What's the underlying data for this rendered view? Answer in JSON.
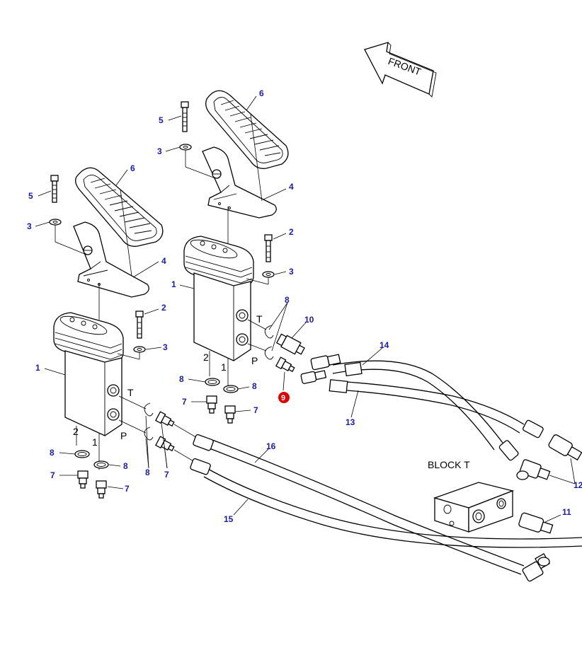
{
  "diagram": {
    "front_label": "FRONT",
    "block_label": "BLOCK T",
    "port_labels": {
      "t": "T",
      "p": "P",
      "one": "1",
      "two": "2"
    },
    "highlight": {
      "number": "9",
      "color": "#e00000"
    },
    "callout_color": "#1a1aa8",
    "callouts": {
      "n1": "1",
      "n2": "2",
      "n3": "3",
      "n4": "4",
      "n5": "5",
      "n6": "6",
      "n7": "7",
      "n8": "8",
      "n10": "10",
      "n11": "11",
      "n12": "12",
      "n13": "13",
      "n14": "14",
      "n15": "15",
      "n16": "16"
    }
  }
}
